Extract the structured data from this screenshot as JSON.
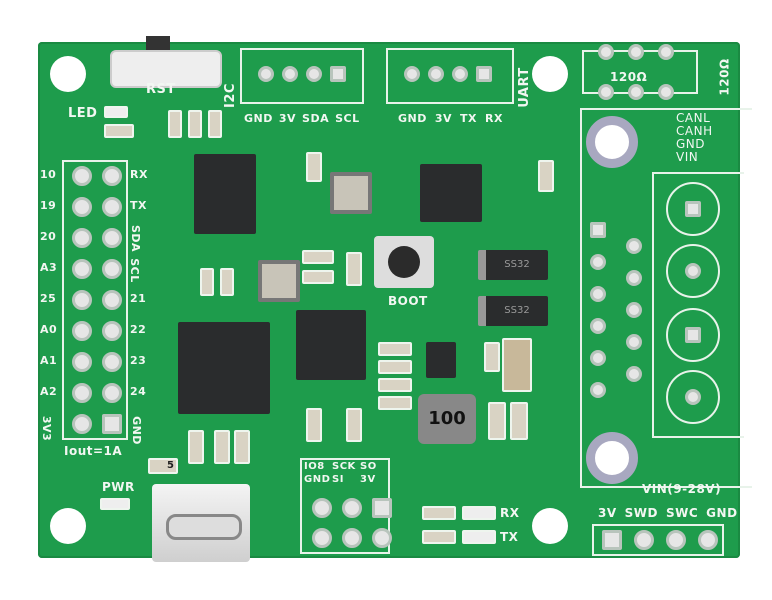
{
  "board": {
    "color": "#1e9c4c",
    "silkscreen": "#f2f7f2"
  },
  "labels": {
    "rst": "RST",
    "led": "LED",
    "i2c": "I2C",
    "uart": "UART",
    "boot": "BOOT",
    "pwr": "PWR",
    "iout": "Iout=1A",
    "vin_range": "VIN(9-28V)",
    "inductor": "100",
    "r120a": "120Ω",
    "r120b": "120Ω",
    "smd5": "5",
    "rx": "RX",
    "tx": "TX"
  },
  "i2c_pins": [
    "GND",
    "3V",
    "SDA",
    "SCL"
  ],
  "uart_pins": [
    "GND",
    "3V",
    "TX",
    "RX"
  ],
  "can_pins": [
    "CANL",
    "CANH",
    "GND",
    "VIN"
  ],
  "header_left": [
    "10",
    "19",
    "20",
    "A3",
    "25",
    "A0",
    "A1",
    "A2",
    "3V3"
  ],
  "header_right": [
    "RX",
    "TX",
    "SDA",
    "SCL",
    "21",
    "22",
    "23",
    "24",
    "GND"
  ],
  "spi_top": [
    "IO8",
    "SCK",
    "SO"
  ],
  "spi_bottom": [
    "GND",
    "SI",
    "3V"
  ],
  "swd_pins": [
    "3V",
    "SWD",
    "SWC",
    "GND"
  ],
  "diodes": [
    "SS32",
    "SS32"
  ]
}
